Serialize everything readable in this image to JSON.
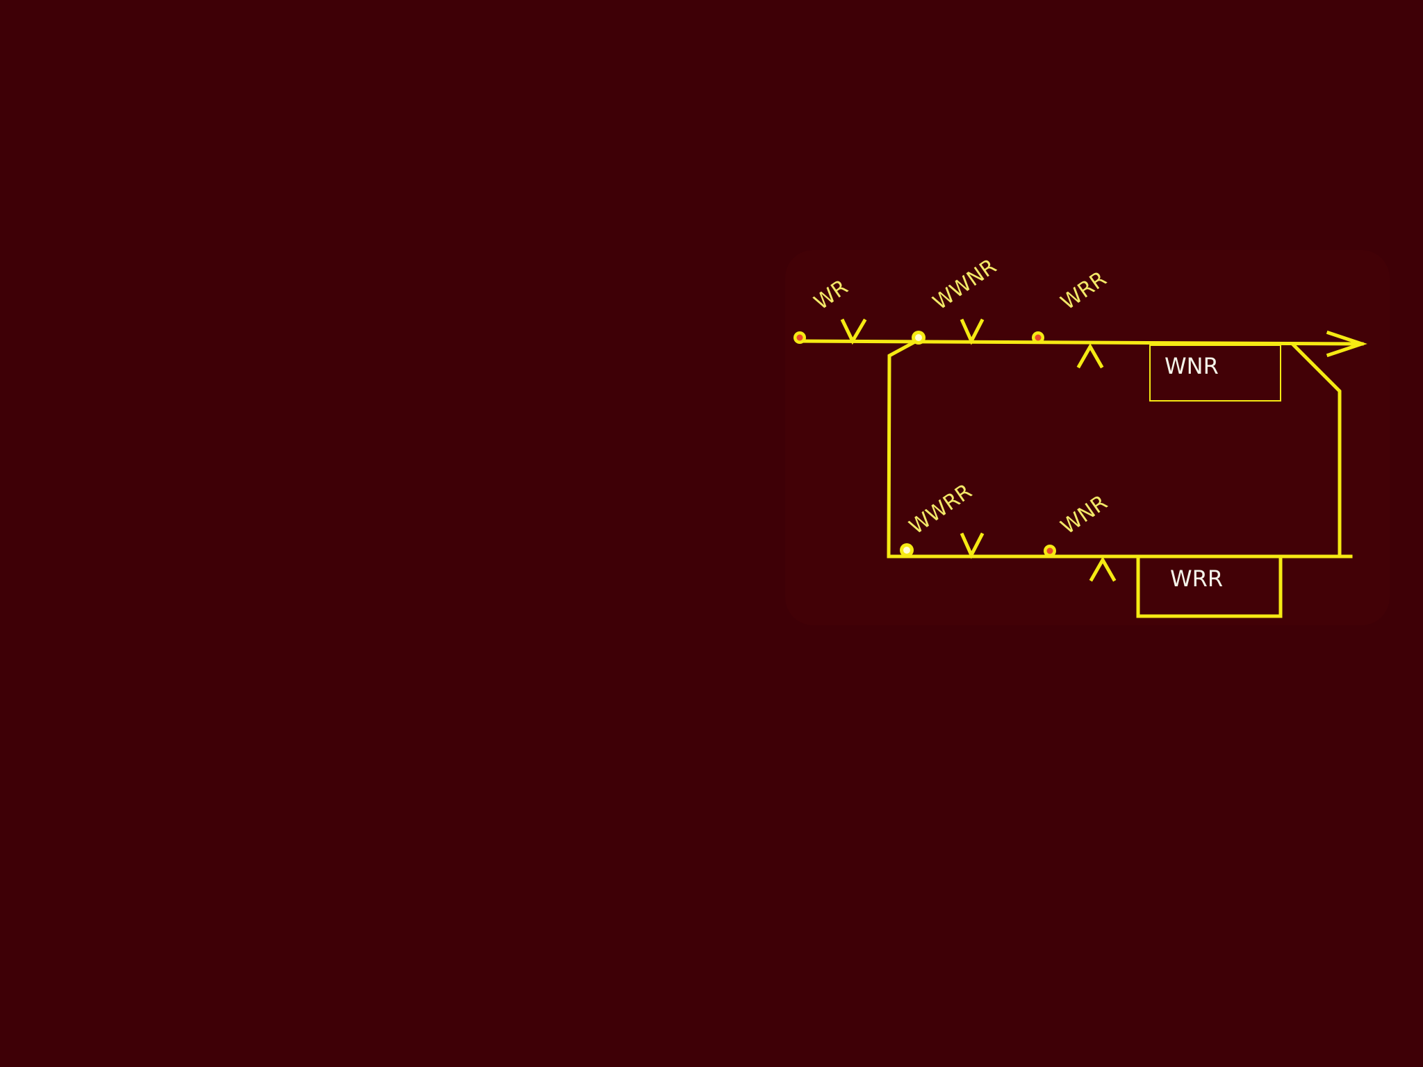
{
  "diagram": {
    "top_labels": [
      "WR",
      "WWNR",
      "WRR"
    ],
    "bottom_labels": [
      "WWRR",
      "WNR"
    ],
    "box_top_label": "WNR",
    "box_bottom_label": "WRR"
  },
  "colors": {
    "background": "#3e0006",
    "line": "#f5ea14",
    "dot_red": "#e8492a",
    "dot_white": "#fffbd0",
    "label_text": "#f3e968",
    "box_text": "#f4f4ea"
  }
}
